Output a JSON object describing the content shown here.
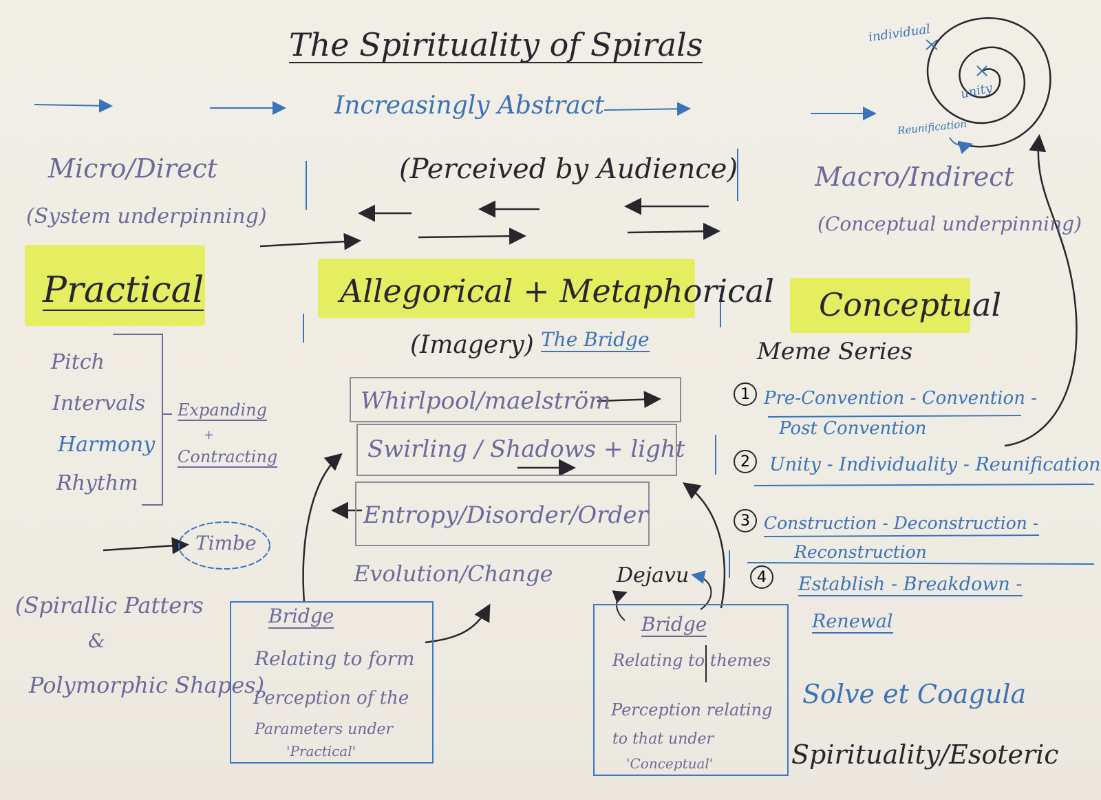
{
  "title": "The Spirituality of Spirals",
  "top": {
    "increasingly_abstract": "Increasingly Abstract",
    "perceived": "(Perceived by Audience)"
  },
  "spiral": {
    "individual": "individual",
    "unity": "unity",
    "reunification": "Reunification"
  },
  "left": {
    "micro": "Micro/Direct",
    "system": "(System underpinning)",
    "practical": "Practical",
    "items": [
      "Pitch",
      "Intervals",
      "Harmony",
      "Rhythm"
    ],
    "expanding": "Expanding",
    "plus": "+",
    "contracting": "Contracting",
    "timbre": "Timbe",
    "spirallic_1": "(Spirallic Patters",
    "spirallic_amp": "&",
    "spirallic_2": "Polymorphic Shapes)"
  },
  "middle": {
    "allegorical": "Allegorical + Metaphorical",
    "imagery": "(Imagery)",
    "bridge_label": "The Bridge",
    "rows": [
      "Whirlpool/maelström",
      "Swirling / Shadows + light",
      "Entropy/Disorder/Order",
      "Evolution/Change"
    ],
    "dejavu": "Dejavu"
  },
  "bridge_left": {
    "title": "Bridge",
    "line1": "Relating to form",
    "line2": "Perception of the",
    "line3": "Parameters under",
    "line4": "'Practical'"
  },
  "bridge_right": {
    "title": "Bridge",
    "line1": "Relating to themes",
    "line2": "Perception relating",
    "line3": "to that under",
    "line4": "'Conceptual'"
  },
  "right": {
    "macro": "Macro/Indirect",
    "conceptual_underpinning": "(Conceptual underpinning)",
    "conceptual": "Conceptual",
    "meme_series": "Meme Series",
    "series": [
      {
        "num": "1",
        "line1": "Pre-Convention - Convention -",
        "line2": "Post Convention"
      },
      {
        "num": "2",
        "line1": "Unity - Individuality - Reunification",
        "line2": ""
      },
      {
        "num": "3",
        "line1": "Construction - Deconstruction -",
        "line2": "Reconstruction"
      },
      {
        "num": "4",
        "line1": "Establish - Breakdown -",
        "line2": "Renewal"
      }
    ],
    "solve": "Solve et Coagula",
    "spirituality": "Spirituality/Esoteric"
  },
  "colors": {
    "ink_black": "#26262c",
    "ink_blue": "#3b73b8",
    "ink_purple": "#6b6a9a",
    "highlighter": "#e2ee3c",
    "paper": "#f0ede5"
  }
}
